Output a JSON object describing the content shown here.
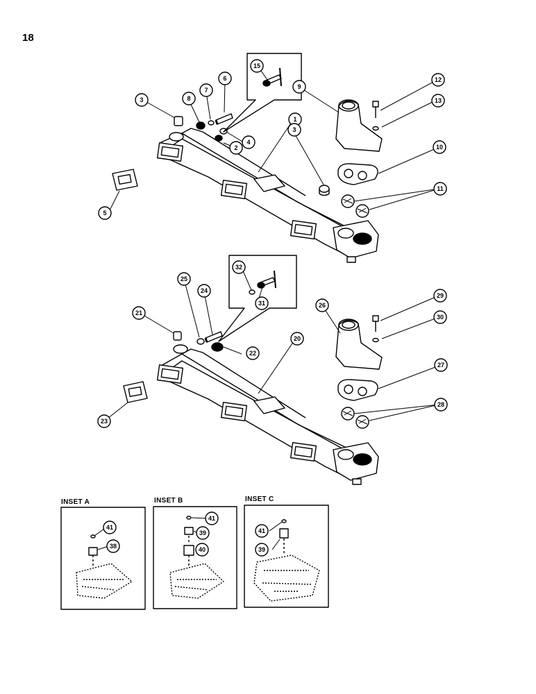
{
  "page_number": "18",
  "callouts": {
    "c1": "1",
    "c2": "2",
    "c3a": "3",
    "c3b": "3",
    "c4": "4",
    "c5": "5",
    "c6": "6",
    "c7": "7",
    "c8": "8",
    "c9": "9",
    "c10": "10",
    "c11": "11",
    "c12": "12",
    "c13": "13",
    "c15": "15",
    "c20": "20",
    "c21": "21",
    "c22": "22",
    "c23": "23",
    "c24": "24",
    "c25": "25",
    "c26": "26",
    "c27": "27",
    "c28": "28",
    "c29": "29",
    "c30": "30",
    "c31": "31",
    "c32": "32",
    "ia41": "41",
    "ia38": "38",
    "ib41": "41",
    "ib39": "39",
    "ib40": "40",
    "ic41": "41",
    "ic39": "39"
  },
  "insets": {
    "a": "INSET A",
    "b": "INSET B",
    "c": "INSET C"
  },
  "colors": {
    "ink": "#000000",
    "paper": "#ffffff"
  }
}
